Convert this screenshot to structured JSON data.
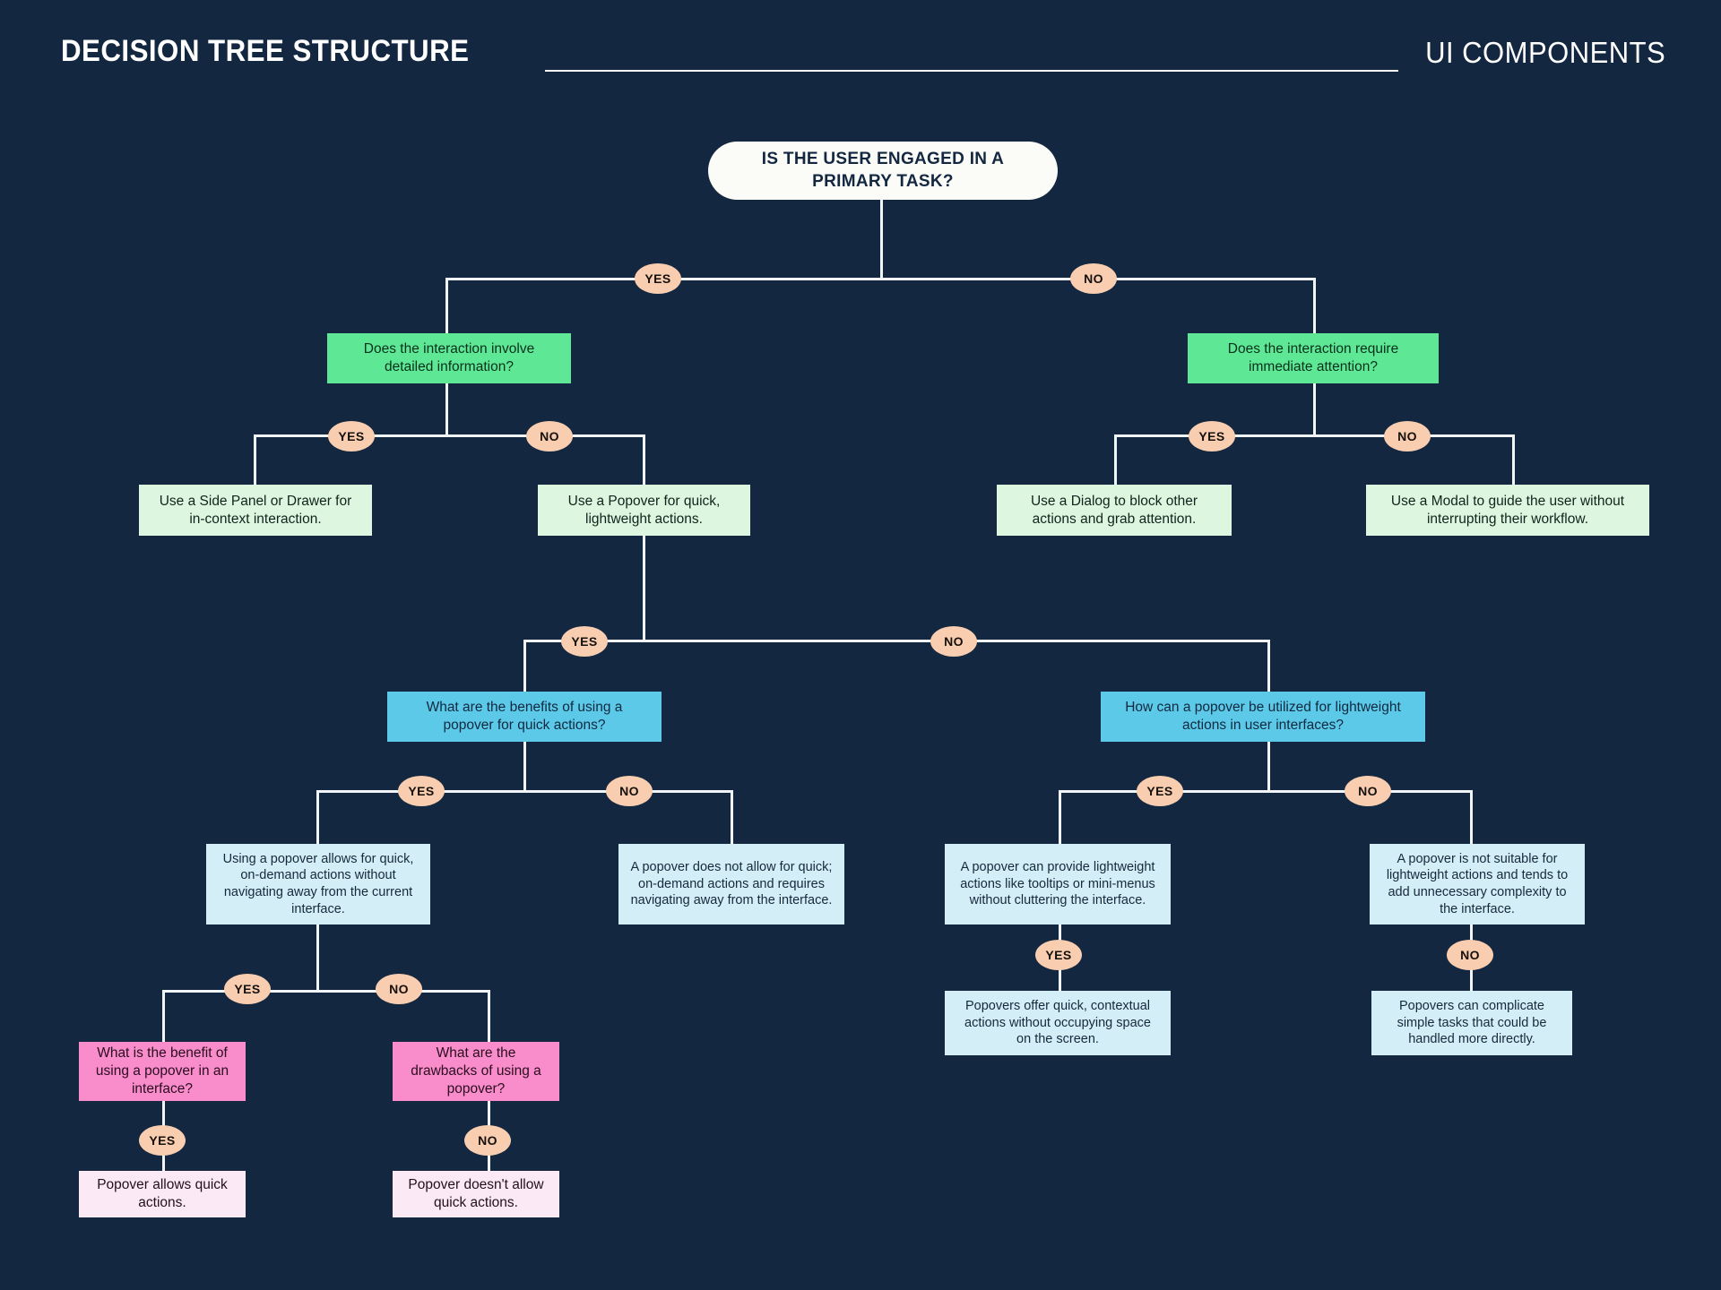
{
  "header": {
    "title": "DECISION TREE STRUCTURE",
    "subtitle": "UI COMPONENTS"
  },
  "colors": {
    "background": "#132840",
    "connector": "#f2f5f8",
    "root_fill": "#fbfbf8",
    "question_green": "#5ee895",
    "answer_mint": "#ddf6e0",
    "question_blue": "#5cc9e9",
    "answer_paleblue": "#d4eef8",
    "question_pink": "#f98cca",
    "answer_palepink": "#fbeaf5",
    "badge_fill": "#f9ceb0"
  },
  "labels": {
    "yes": "YES",
    "no": "NO"
  },
  "nodes": {
    "root": "IS THE USER ENGAGED IN A PRIMARY TASK?",
    "q_detail": "Does the interaction involve detailed information?",
    "q_immediate": "Does the interaction require immediate attention?",
    "a_sidepanel": "Use a Side Panel or Drawer  for in-context interaction.",
    "a_popover": "Use a Popover for quick, lightweight actions.",
    "a_dialog": "Use a Dialog to block other actions and grab attention.",
    "a_modal": "Use a Modal to guide the user  without interrupting their workflow.",
    "q_benefits": "What are the benefits of using a popover for quick actions?",
    "q_utilized": "How can a popover be utilized for lightweight actions in user interfaces?",
    "a_allows_quick": "Using a popover allows for quick, on-demand actions without navigating away from the current interface.",
    "a_not_allow": "A popover does not allow for quick; on-demand actions and requires navigating away from the interface.",
    "a_can_provide": "A popover can provide lightweight actions like tooltips or mini-menus without cluttering the interface.",
    "a_not_suitable": "A popover is not suitable for lightweight actions and tends to add unnecessary complexity to the interface.",
    "a_contextual": "Popovers offer quick, contextual actions without occupying space on the screen.",
    "a_complicate": "Popovers can complicate simple tasks that could be handled more directly.",
    "q_benefit_of": "What is the benefit of using a popover in an interface?",
    "q_drawbacks": "What are the drawbacks of using a popover?",
    "a_allows_qa": "Popover allows quick actions.",
    "a_doesnt_allow": "Popover doesn't allow quick actions."
  }
}
